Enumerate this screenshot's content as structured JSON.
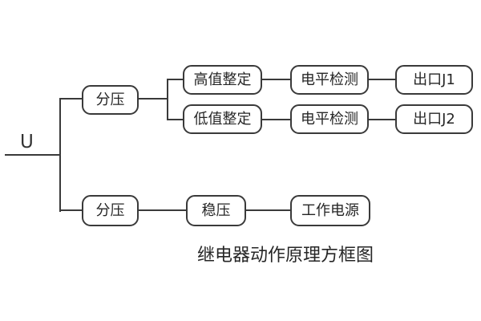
{
  "diagram": {
    "input_label": "U",
    "caption": "继电器动作原理方框图",
    "colors": {
      "line": "#3a3a3a",
      "box_border": "#3a3a3a",
      "text": "#262626",
      "background": "#ffffff"
    },
    "nodes": [
      {
        "id": "divider-top",
        "label": "分压"
      },
      {
        "id": "high-setting",
        "label": "高值整定"
      },
      {
        "id": "level-detect-1",
        "label": "电平检测"
      },
      {
        "id": "outlet-j1",
        "label": "出口J1"
      },
      {
        "id": "low-setting",
        "label": "低值整定"
      },
      {
        "id": "level-detect-2",
        "label": "电平检测"
      },
      {
        "id": "outlet-j2",
        "label": "出口J2"
      },
      {
        "id": "divider-bottom",
        "label": "分压"
      },
      {
        "id": "regulator",
        "label": "稳压"
      },
      {
        "id": "power-supply",
        "label": "工作电源"
      }
    ],
    "edges": [
      {
        "from": "input-u",
        "to": "divider-top"
      },
      {
        "from": "input-u",
        "to": "divider-bottom"
      },
      {
        "from": "divider-top",
        "to": "high-setting"
      },
      {
        "from": "divider-top",
        "to": "low-setting"
      },
      {
        "from": "high-setting",
        "to": "level-detect-1"
      },
      {
        "from": "level-detect-1",
        "to": "outlet-j1"
      },
      {
        "from": "low-setting",
        "to": "level-detect-2"
      },
      {
        "from": "level-detect-2",
        "to": "outlet-j2"
      },
      {
        "from": "divider-bottom",
        "to": "regulator"
      },
      {
        "from": "regulator",
        "to": "power-supply"
      }
    ]
  }
}
